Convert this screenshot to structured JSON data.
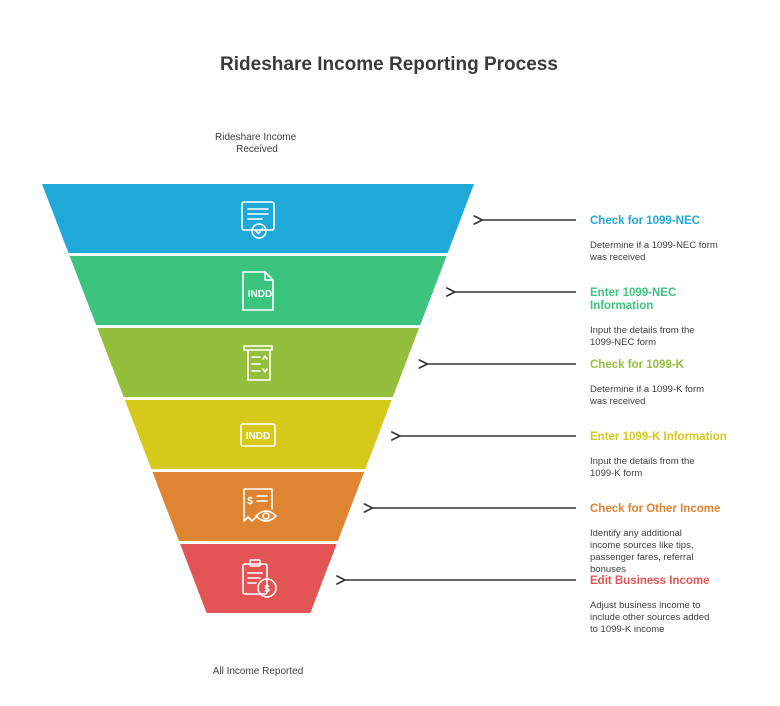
{
  "title": "Rideshare Income Reporting Process",
  "top_label": "Rideshare Income Received",
  "bottom_label": "All Income Reported",
  "steps": [
    {
      "title": "Check for 1099-NEC",
      "description": "Determine if a 1099-NEC form was received",
      "color": "#1FA9D9",
      "icon": "document-check-icon"
    },
    {
      "title": "Enter 1099-NEC Information",
      "description": "Input the details from the 1099-NEC form",
      "color": "#3CC47E",
      "icon": "indd-file-icon",
      "icon_text": "INDD"
    },
    {
      "title": "Check for 1099-K",
      "description": "Determine if a 1099-K form was received",
      "color": "#93BF3C",
      "icon": "checklist-scroll-icon"
    },
    {
      "title": "Enter 1099-K Information",
      "description": "Input the details from the 1099-K form",
      "color": "#D7C91C",
      "icon": "indd-box-icon",
      "icon_text": "INDD"
    },
    {
      "title": "Check for Other Income",
      "description": "Identify any additional income sources like tips, passenger fares, referral bonuses",
      "color": "#DF8431",
      "icon": "receipt-eye-icon"
    },
    {
      "title": "Edit Business Income",
      "description": "Adjust business income to include other sources added to 1099-K income",
      "color": "#E25554",
      "icon": "clipboard-dollar-icon"
    }
  ]
}
